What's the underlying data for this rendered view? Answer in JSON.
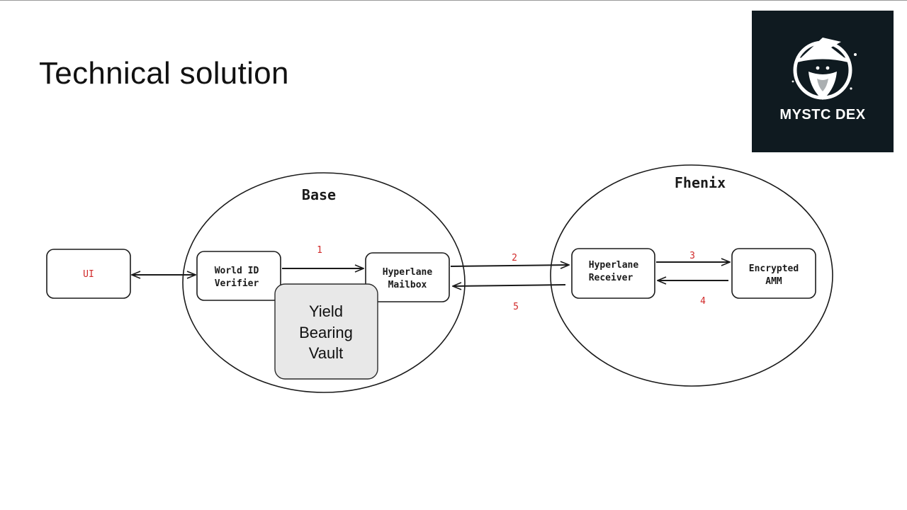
{
  "slide": {
    "title": "Technical solution"
  },
  "logo": {
    "text": "MYSTC DEX",
    "icon": "wizard-icon"
  },
  "diagram": {
    "regions": {
      "base": "Base",
      "fhenix": "Fhenix"
    },
    "nodes": {
      "ui": "UI",
      "world_id_line1": "World ID",
      "world_id_line2": "Verifier",
      "mailbox_line1": "Hyperlane",
      "mailbox_line2": "Mailbox",
      "vault_line1": "Yield",
      "vault_line2": "Bearing",
      "vault_line3": "Vault",
      "receiver_line1": "Hyperlane",
      "receiver_line2": "Receiver",
      "amm_line1": "Encrypted",
      "amm_line2": "AMM"
    },
    "steps": {
      "s1": "1",
      "s2": "2",
      "s3": "3",
      "s4": "4",
      "s5": "5"
    },
    "colors": {
      "stroke": "#1a1a1a",
      "step_label": "#d12a2a",
      "ui_label": "#d12a2a",
      "vault_fill": "#e8e8e8",
      "logo_bg": "#0f1a20"
    }
  }
}
